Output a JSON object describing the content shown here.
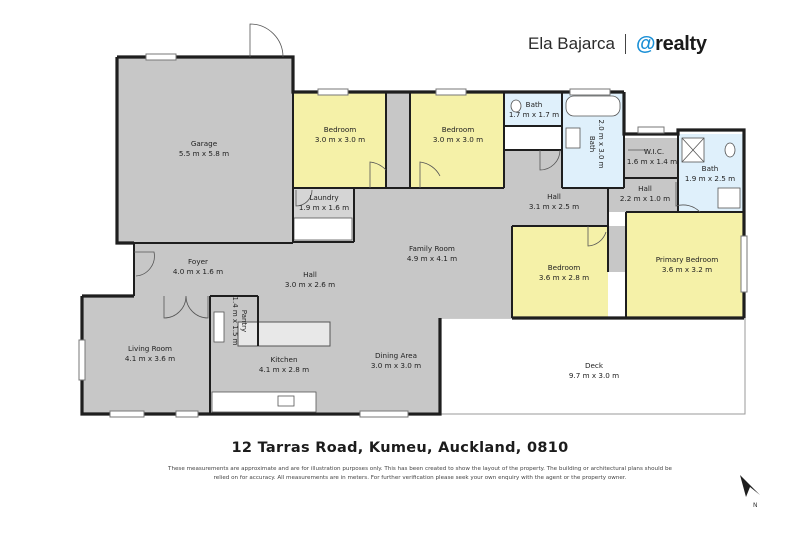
{
  "header": {
    "agent_name": "Ela Bajarca",
    "brand_at": "@",
    "brand_word": "realty"
  },
  "address": "12 Tarras Road, Kumeu, Auckland, 0810",
  "disclaimer": "These measurements are approximate and are for illustration purposes only. This has been created to show the layout of the property. The building or architectural plans should be relied on for accuracy. All measurements are in meters. For further verification please seek your own enquiry with the agent or the property owner.",
  "compass_label": "N",
  "colors": {
    "wall": "#1e1e1e",
    "floor_grey": "#c7c7c7",
    "bedroom_yellow": "#f5f1a8",
    "bathroom_blue": "#dff0fb",
    "deck": "#ffffff"
  },
  "rooms": {
    "garage": {
      "name": "Garage",
      "dims": "5.5 m x 5.8 m"
    },
    "bedroom1": {
      "name": "Bedroom",
      "dims": "3.0 m x 3.0 m"
    },
    "bedroom2": {
      "name": "Bedroom",
      "dims": "3.0 m x 3.0 m"
    },
    "bath_top": {
      "name": "Bath",
      "dims": "1.7 m x 1.7 m"
    },
    "bath_mid": {
      "name": "Bath",
      "dims": "2.0 m x 3.0 m"
    },
    "wic": {
      "name": "W.I.C.",
      "dims": "1.6 m x 1.4 m"
    },
    "bath_ensuite": {
      "name": "Bath",
      "dims": "1.9 m x 2.5 m"
    },
    "hall_small": {
      "name": "Hall",
      "dims": "2.2 m x 1.0 m"
    },
    "hall_right": {
      "name": "Hall",
      "dims": "3.1 m x 2.5 m"
    },
    "laundry": {
      "name": "Laundry",
      "dims": "1.9 m x 1.6 m"
    },
    "foyer": {
      "name": "Foyer",
      "dims": "4.0 m x 1.6 m"
    },
    "family": {
      "name": "Family Room",
      "dims": "4.9 m x 4.1 m"
    },
    "hall_main": {
      "name": "Hall",
      "dims": "3.0 m x 2.6 m"
    },
    "bedroom3": {
      "name": "Bedroom",
      "dims": "3.6 m x 2.8 m"
    },
    "primary": {
      "name": "Primary Bedroom",
      "dims": "3.6 m x 3.2 m"
    },
    "living": {
      "name": "Living Room",
      "dims": "4.1 m x 3.6 m"
    },
    "pantry": {
      "name": "Pantry",
      "dims": "1.4 m x 1.5 m"
    },
    "kitchen": {
      "name": "Kitchen",
      "dims": "4.1 m x 2.8 m"
    },
    "dining": {
      "name": "Dining Area",
      "dims": "3.0 m x 3.0 m"
    },
    "deck": {
      "name": "Deck",
      "dims": "9.7 m x 3.0 m"
    }
  }
}
